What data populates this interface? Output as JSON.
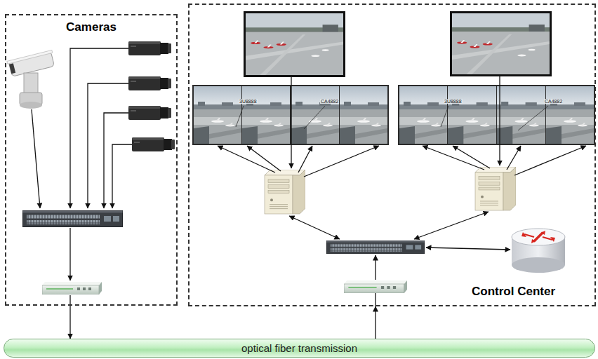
{
  "diagram": {
    "nodes": [
      {
        "text": [
          "Cameras"
        ]
      },
      {
        "text": [
          "Control Center"
        ]
      },
      {
        "text": [
          "optical fiber transmission"
        ]
      }
    ],
    "edges": [
      {
        "from": 0,
        "to": 2,
        "arrow": "to"
      },
      {
        "from": 2,
        "to": 1,
        "arrow": "to"
      }
    ],
    "labels": [
      "3U8888",
      "CA4882",
      "3U8888",
      "CA4882"
    ]
  }
}
